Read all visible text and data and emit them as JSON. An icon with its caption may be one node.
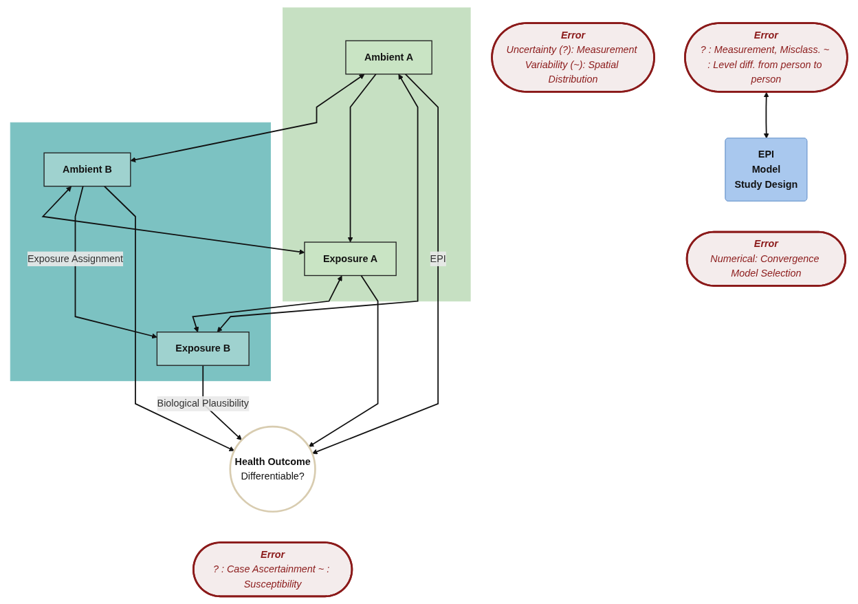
{
  "diagram": {
    "nodes": [
      {
        "text": [],
        "shape": "box"
      },
      {
        "text": [
          "Ambient A"
        ],
        "in": 0
      },
      {
        "text": [
          "Exposure A"
        ],
        "in": 0
      },
      {
        "text": [],
        "shape": "box"
      },
      {
        "text": [
          "Ambient B"
        ],
        "in": 3
      },
      {
        "text": [
          "Exposure B"
        ],
        "in": 3
      },
      {
        "text": [
          "Error",
          "Uncertainty (?): Measurement Variability (~): Spatial Distribution"
        ]
      },
      {
        "text": [
          "EPI",
          "Model",
          "Study Design"
        ]
      },
      {
        "text": [
          "Error",
          "Numerical: Convergence Model Selection"
        ]
      },
      {
        "text": [
          "Error",
          "? : Measurement, Misclass. ~ : Level diff. from person to person"
        ]
      },
      {
        "text": [
          "Health Outcome",
          "Differentiable?"
        ]
      },
      {
        "text": [
          "Error",
          "? : Case Ascertainment ~ : Susceptibility"
        ]
      }
    ],
    "edges": [
      {
        "from": 1,
        "to": 4,
        "arrow": "both"
      },
      {
        "from": 1,
        "to": 2,
        "arrow": "to"
      },
      {
        "from": 1,
        "to": 5,
        "arrow": "both"
      },
      {
        "from": 4,
        "to": 2,
        "arrow": "both"
      },
      {
        "from": 4,
        "to": 5,
        "arrow": "to",
        "label": "Exposure Assignment"
      },
      {
        "from": 2,
        "to": 5,
        "arrow": "both"
      },
      {
        "from": 2,
        "to": 10,
        "arrow": "to"
      },
      {
        "from": 5,
        "to": 10,
        "arrow": "to",
        "label": "Biological Plausibility"
      },
      {
        "from": 1,
        "to": 10,
        "arrow": "to",
        "label": "EPI"
      },
      {
        "from": 4,
        "to": 10,
        "arrow": "to"
      },
      {
        "from": 9,
        "to": 7,
        "arrow": "both"
      }
    ]
  }
}
